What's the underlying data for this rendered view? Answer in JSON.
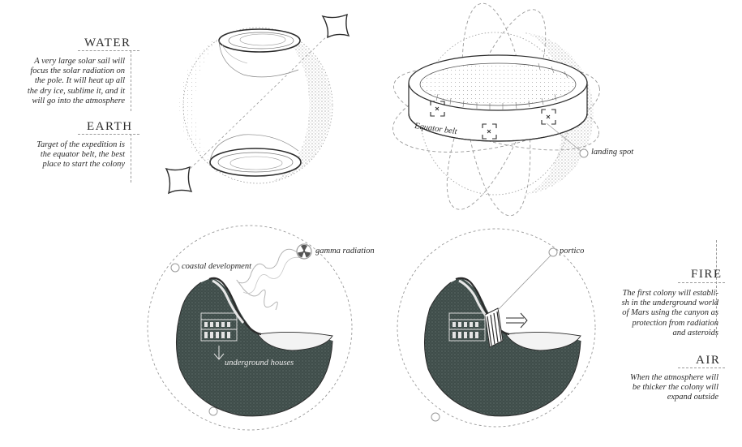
{
  "sections": {
    "water": {
      "title": "WATER",
      "text": "A very large solar sail will\nfocus the solar radiation on\nthe pole. It will heat up all\nthe dry ice, sublime it, and it\nwill go into the atmosphere"
    },
    "earth": {
      "title": "EARTH",
      "text": "Target of the expedition is\nthe equator belt, the best\nplace to start the colony"
    },
    "fire": {
      "title": "FIRE",
      "text": "The first colony will establi-\nsh in the underground world\nof Mars using the canyon as\nprotection from radiation\nand asteroids"
    },
    "air": {
      "title": "AIR",
      "text": "When the atmosphere will\nbe thicker the colony will\nexpand outside"
    }
  },
  "labels": {
    "equator_belt": "Equator belt",
    "landing_spot": "landing spot",
    "gamma_radiation": "gamma radiation",
    "coastal_development": "coastal development",
    "underground_houses": "underground houses",
    "portico": "portico"
  },
  "colors": {
    "ink": "#2b2b2b",
    "planet_dark": "#3f4d4a",
    "dash": "#9a9a9a",
    "stipple": "#8a8a8a"
  }
}
